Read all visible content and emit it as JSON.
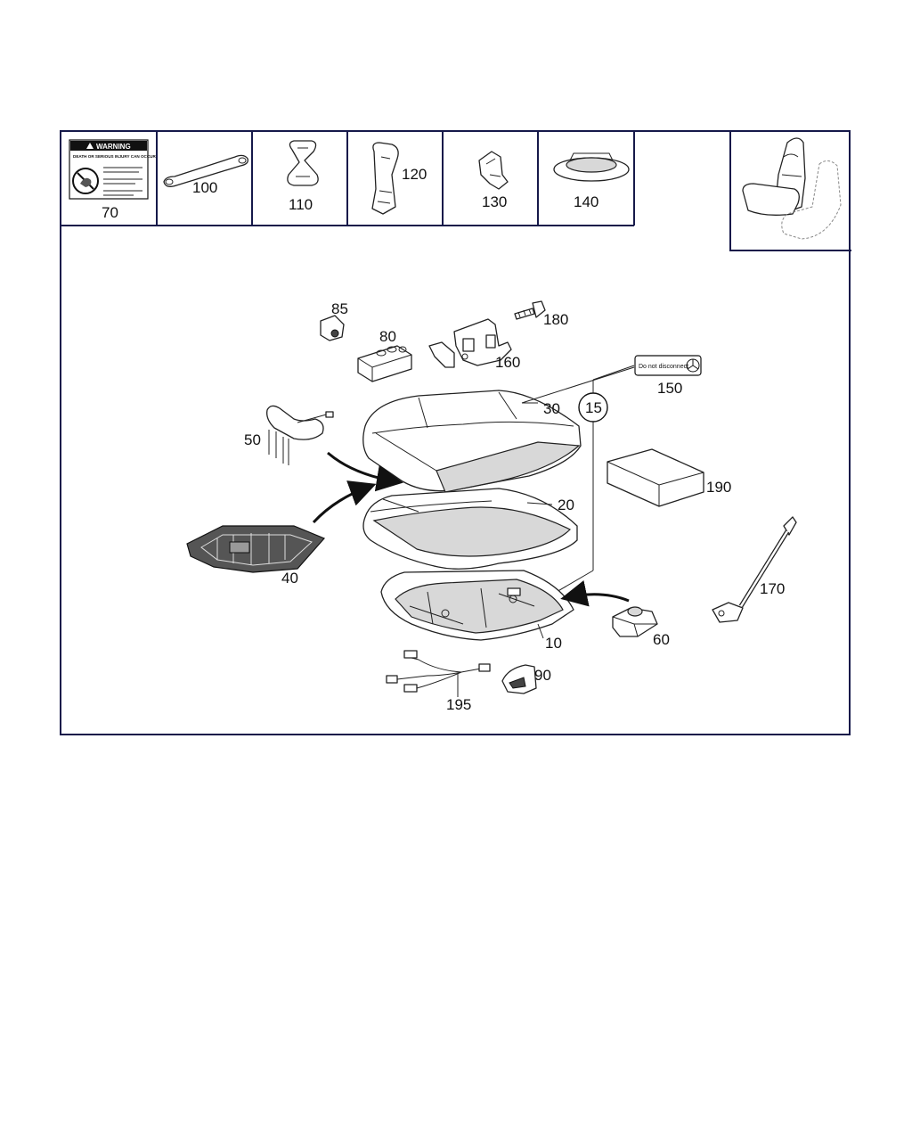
{
  "labels": {
    "p70": "70",
    "p100": "100",
    "p110": "110",
    "p120": "120",
    "p130": "130",
    "p140": "140",
    "p85": "85",
    "p80": "80",
    "p180": "180",
    "p160": "160",
    "p150": "150",
    "p15": "15",
    "p30": "30",
    "p50": "50",
    "p190": "190",
    "p20": "20",
    "p40": "40",
    "p170": "170",
    "p10": "10",
    "p60": "60",
    "p90": "90",
    "p195": "195"
  },
  "warning_label": {
    "heading": "WARNING",
    "line1": "DEATH OR SERIOUS INJURY CAN OCCUR"
  },
  "sticker_150": {
    "text": "Do not disconnect"
  },
  "icons": {
    "warning": "warning-triangle-icon",
    "star": "mercedes-star-icon"
  },
  "colors": {
    "frame": "#16194a",
    "line": "#222222"
  }
}
